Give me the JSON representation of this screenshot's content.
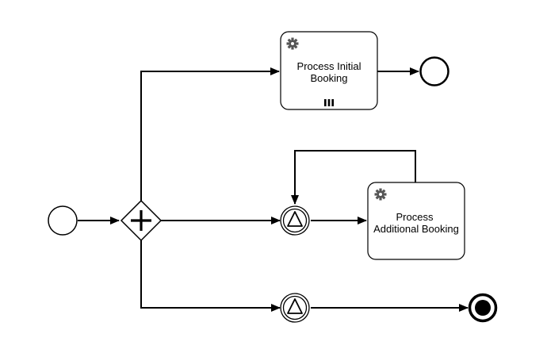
{
  "diagram": {
    "type": "bpmn-process",
    "nodes": [
      {
        "id": "start",
        "kind": "start-event"
      },
      {
        "id": "split",
        "kind": "parallel-gateway"
      },
      {
        "id": "task_initial",
        "kind": "service-task",
        "label_lines": [
          "Process Initial",
          "Booking"
        ],
        "marker": "multi-instance-sequential"
      },
      {
        "id": "end_initial",
        "kind": "end-event"
      },
      {
        "id": "signal_catch_1",
        "kind": "intermediate-catch-signal-event"
      },
      {
        "id": "task_additional",
        "kind": "service-task",
        "label_lines": [
          "Process",
          "Additional Booking"
        ]
      },
      {
        "id": "signal_catch_2",
        "kind": "intermediate-catch-signal-event"
      },
      {
        "id": "terminate_end",
        "kind": "terminate-end-event"
      }
    ],
    "flows": [
      [
        "start",
        "split"
      ],
      [
        "split",
        "task_initial"
      ],
      [
        "task_initial",
        "end_initial"
      ],
      [
        "split",
        "signal_catch_1"
      ],
      [
        "signal_catch_1",
        "task_additional"
      ],
      [
        "task_additional",
        "signal_catch_1"
      ],
      [
        "split",
        "signal_catch_2"
      ],
      [
        "signal_catch_2",
        "terminate_end"
      ]
    ],
    "icons": {
      "service_task": "gear-icon",
      "gateway": "plus-icon",
      "signal": "triangle-icon",
      "multi_instance": "sequential-marker-icon"
    }
  }
}
